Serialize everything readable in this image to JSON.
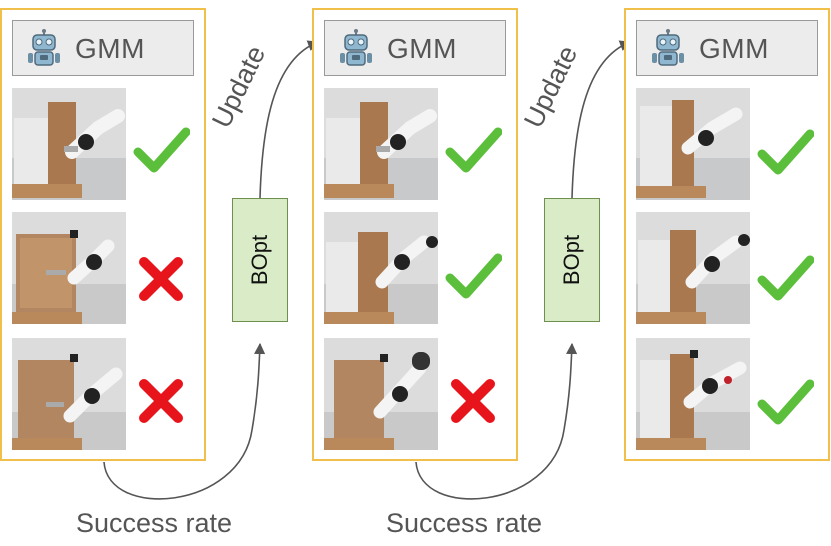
{
  "panels": [
    {
      "title": "GMM",
      "trials": [
        "success",
        "failure",
        "failure"
      ]
    },
    {
      "title": "GMM",
      "trials": [
        "success",
        "success",
        "failure"
      ]
    },
    {
      "title": "GMM",
      "trials": [
        "success",
        "success",
        "success"
      ]
    }
  ],
  "optimizer": {
    "label": "BOpt"
  },
  "update_label": "Update",
  "success_rate_label": "Success rate",
  "icons": {
    "header": "robot-icon",
    "success": "check-icon",
    "failure": "cross-icon"
  },
  "colors": {
    "panel_border": "#f0c04a",
    "success": "#5bbf3c",
    "failure": "#e8141b",
    "bopt_fill": "#d9ecc7"
  }
}
